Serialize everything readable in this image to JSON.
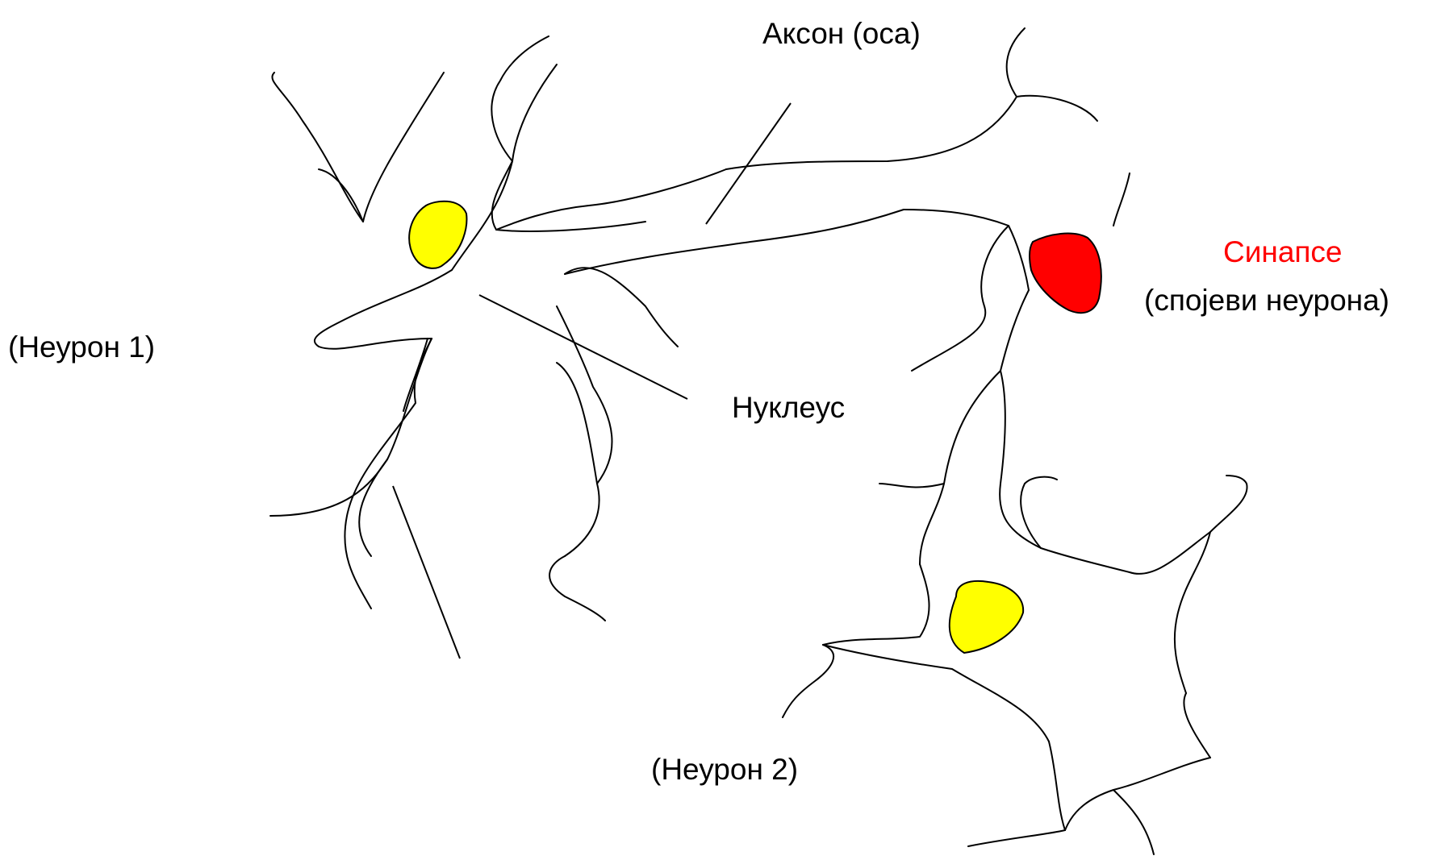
{
  "labels": {
    "axon": "Аксон (оса)",
    "neuron1": "(Неурон 1)",
    "nucleus": "Нуклеус",
    "synapse": "Синапсе",
    "synapse_sub": "(спојеви неурона)",
    "neuron2": "(Неурон 2)"
  },
  "colors": {
    "nucleus_fill": "#ffff00",
    "synapse_fill": "#ff0000",
    "synapse_text": "#ff0000",
    "outline": "#000000",
    "text": "#000000"
  }
}
